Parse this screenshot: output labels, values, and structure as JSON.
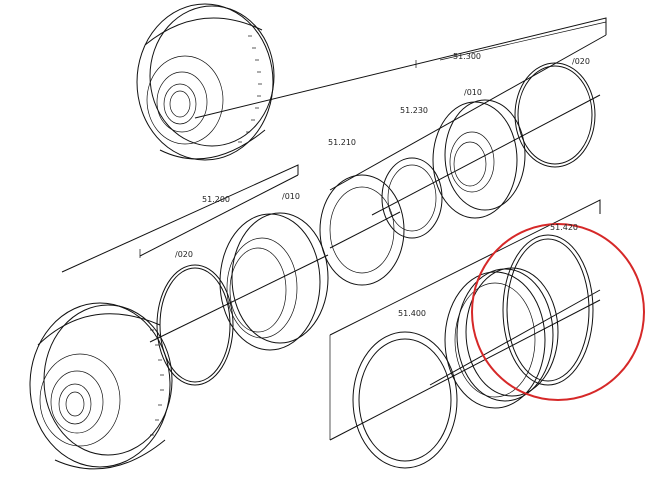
{
  "diagram": {
    "labels": {
      "assembly_main_top": "51.300",
      "item_010_top": "/010",
      "item_020_top": "/020",
      "part_51_230": "51.230",
      "part_51_210": "51.210",
      "assembly_51_200": "51.200",
      "item_010_mid": "/010",
      "item_020_mid": "/020",
      "part_51_420": "51.420",
      "part_51_400": "51.400"
    },
    "highlight_color": "#d62828",
    "line_color": "#111111"
  }
}
